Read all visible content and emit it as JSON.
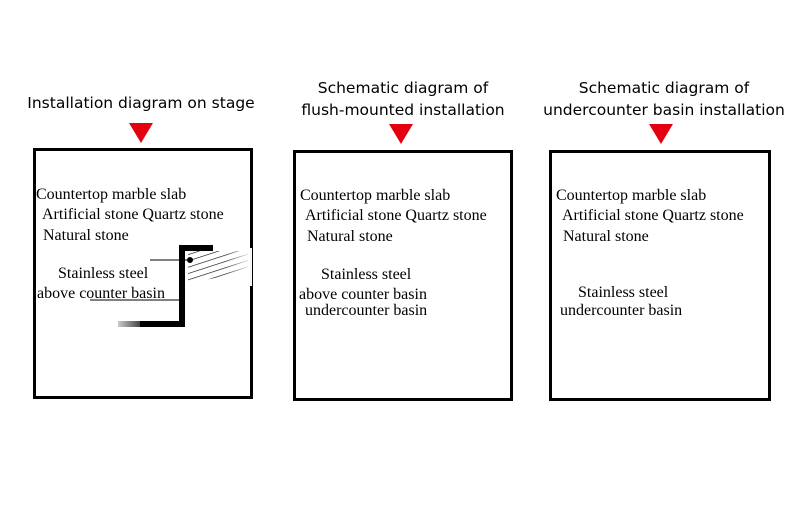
{
  "colors": {
    "arrow": "#e3000f",
    "frame": "#000000"
  },
  "panels": [
    {
      "title_lines": [
        "",
        "Installation diagram on stage"
      ],
      "labels": {
        "slab": "Countertop marble slab",
        "artificial": "Artificial stone Quartz stone",
        "natural": "Natural stone",
        "steel": "Stainless steel",
        "basin_line1": "above counter basin",
        "basin_line2": ""
      }
    },
    {
      "title_lines": [
        "Schematic diagram of",
        "flush-mounted installation"
      ],
      "labels": {
        "slab": "Countertop marble slab",
        "artificial": "Artificial stone Quartz stone",
        "natural": "Natural stone",
        "steel": "Stainless steel",
        "basin_line1": "above counter basin",
        "basin_line2": "undercounter basin"
      }
    },
    {
      "title_lines": [
        "Schematic diagram of",
        "undercounter basin installation"
      ],
      "labels": {
        "slab": "Countertop marble slab",
        "artificial": "Artificial stone Quartz stone",
        "natural": "Natural stone",
        "steel": "Stainless steel",
        "basin_line1": "undercounter basin",
        "basin_line2": ""
      }
    }
  ]
}
